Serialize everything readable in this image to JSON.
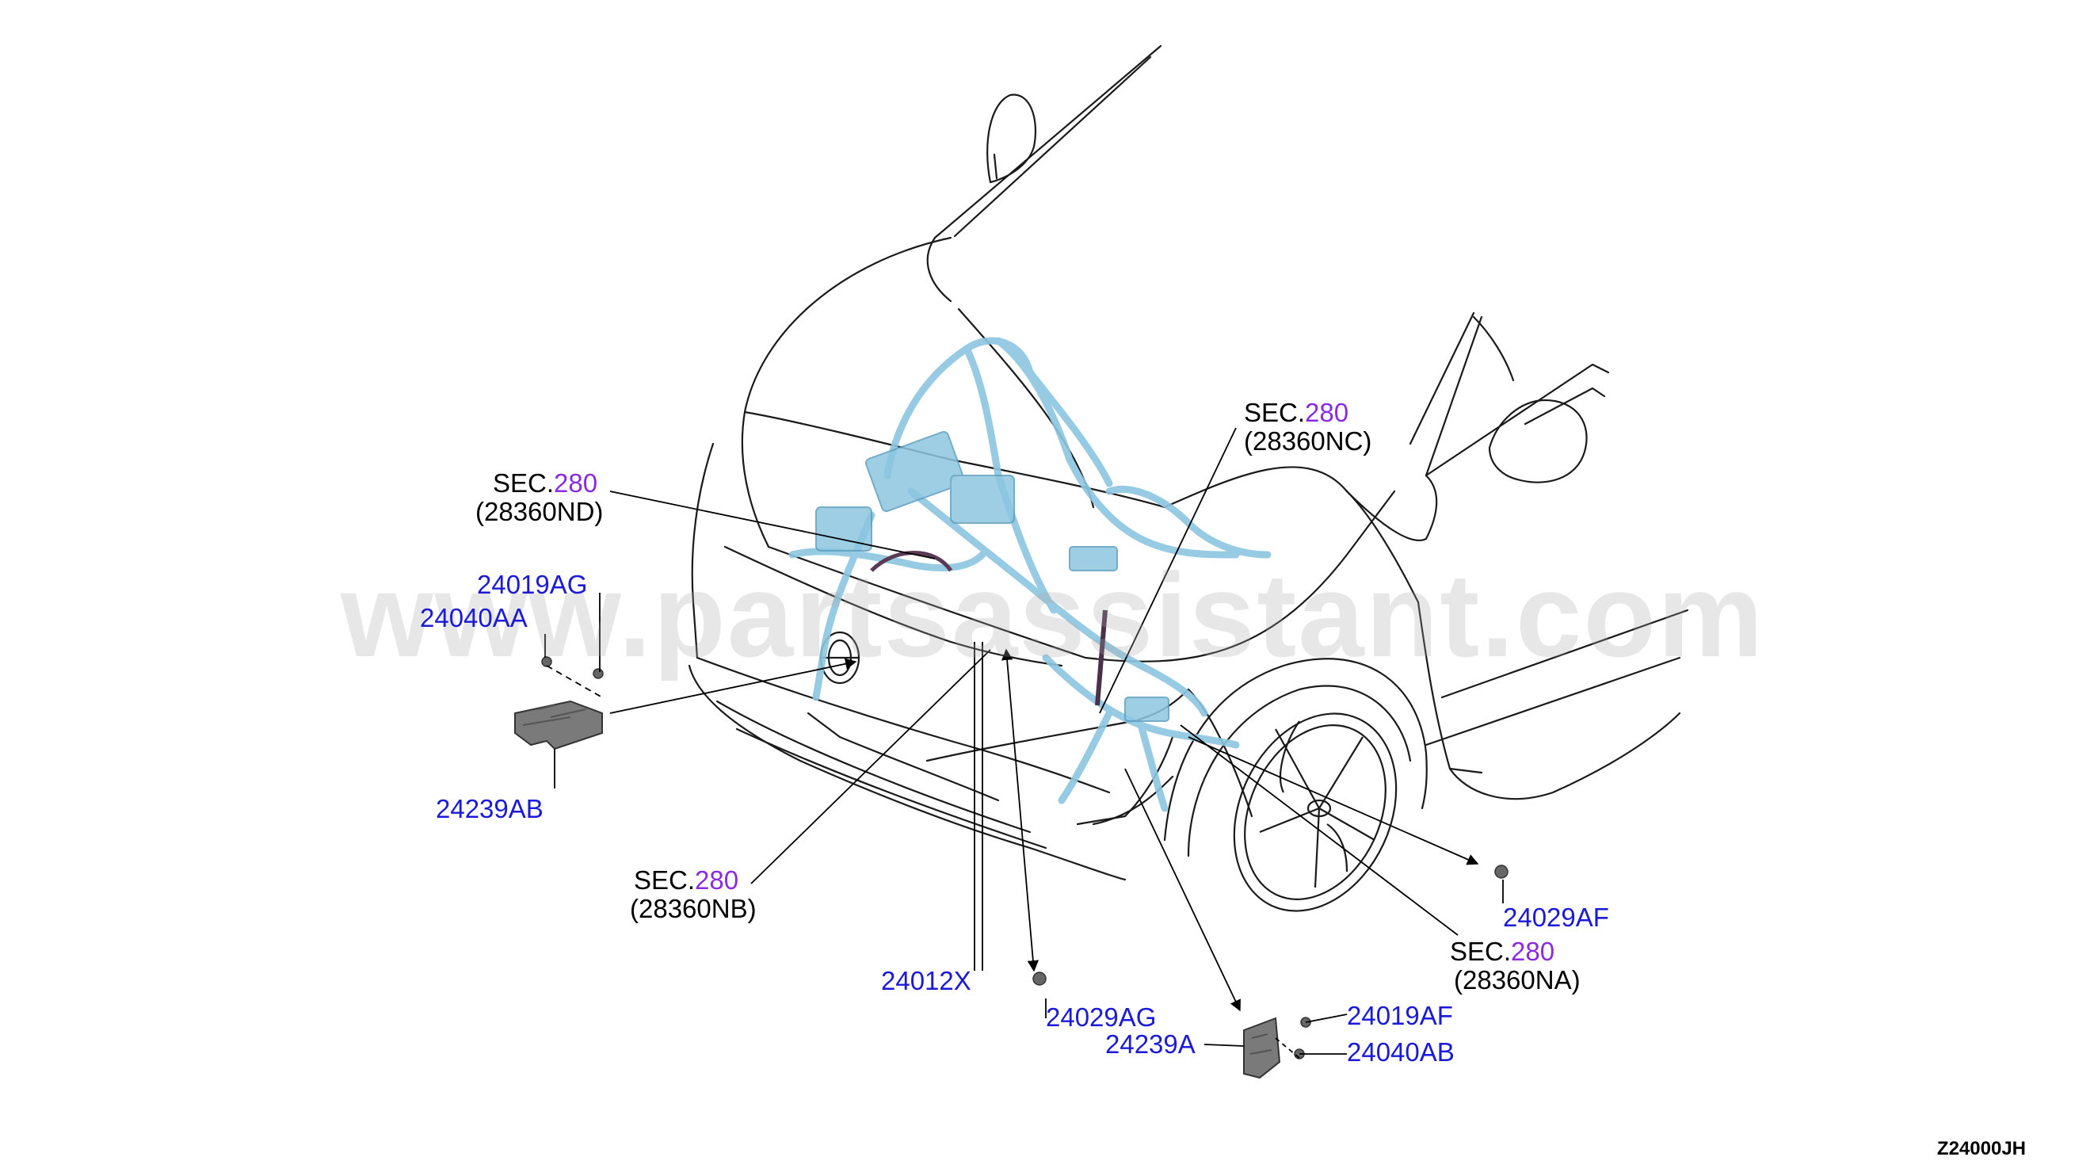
{
  "diagram": {
    "id": "Z24000JH",
    "watermark": "www.partsassistant.com",
    "colors": {
      "part_link": "#1a1ad8",
      "section_link": "#8a2be2",
      "harness": "#8cc6e0",
      "outline": "#1a1a1a"
    }
  },
  "sections": [
    {
      "prefix": "SEC.",
      "number": "280",
      "code": "(28360ND)"
    },
    {
      "prefix": "SEC.",
      "number": "280",
      "code": "(28360NC)"
    },
    {
      "prefix": "SEC.",
      "number": "280",
      "code": "(28360NB)"
    },
    {
      "prefix": "SEC.",
      "number": "280",
      "code": "(28360NA)"
    }
  ],
  "parts": {
    "p24019AG": "24019AG",
    "p24040AA": "24040AA",
    "p24239AB": "24239AB",
    "p24012X": "24012X",
    "p24029AG": "24029AG",
    "p24239A": "24239A",
    "p24019AF": "24019AF",
    "p24040AB": "24040AB",
    "p24029AF": "24029AF"
  }
}
